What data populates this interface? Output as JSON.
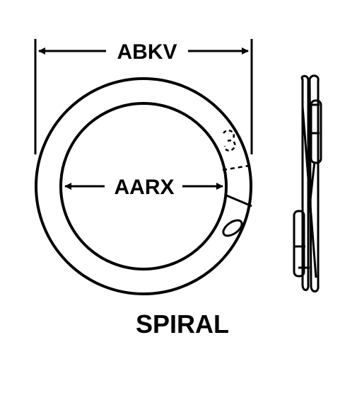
{
  "diagram": {
    "outer_dimension_label": "ABKV",
    "inner_dimension_label": "AARX",
    "caption": "SPIRAL",
    "line_color": "#000000",
    "background_color": "#ffffff"
  }
}
